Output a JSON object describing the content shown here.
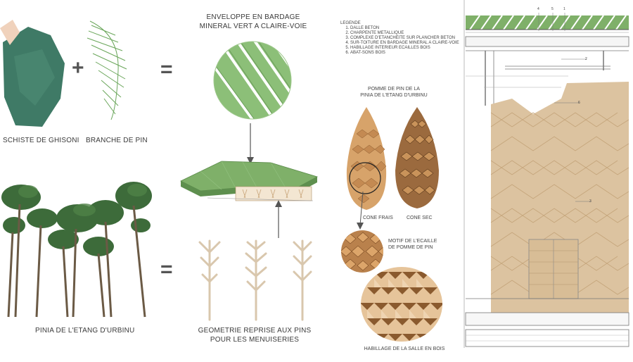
{
  "labels": {
    "schiste": "SCHISTE DE GHISONI",
    "branche": "BRANCHE DE PIN",
    "enveloppe_line1": "ENVELOPPE EN BARDAGE",
    "enveloppe_line2": "MINERAL VERT A CLAIRE-VOIE",
    "pinia": "PINIA DE L'ETANG D'URBINU",
    "geometrie_line1": "GEOMETRIE REPRISE AUX PINS",
    "geometrie_line2": "POUR LES MENUISERIES",
    "pomme_line1": "POMME DE PIN DE LA",
    "pomme_line2": "PINIA DE L'ETANG D'URBINU",
    "cone_frais": "CONE FRAIS",
    "cone_sec": "CONE SEC",
    "motif_line1": "MOTIF DE L'ECAILLE",
    "motif_line2": "DE POMME DE PIN",
    "habillage": "HABILLAGE DE LA SALLE EN BOIS"
  },
  "operators": {
    "plus": "+",
    "equals": "="
  },
  "legend": {
    "title": "LEGENDE",
    "items": [
      "DALLE BETON",
      "CHARPENTE METALLIQUE",
      "COMPLEXE D'ETANCHEITE SUR PLANCHER BETON",
      "SUR-TOITURE EN BARDAGE MINERAL A CLAIRE-VOIE",
      "HABILLAGE INTERIEUR ECAILLES BOIS",
      "ABAT-SONS BOIS"
    ]
  },
  "section_tags": [
    "4",
    "5",
    "1",
    "2",
    "6",
    "3"
  ],
  "colors": {
    "green": "#7fb069",
    "green_dark": "#5a8a4a",
    "stone": "#3f7a66",
    "wood": "#d9b88c",
    "wood_dark": "#a88458",
    "line": "#555555"
  }
}
